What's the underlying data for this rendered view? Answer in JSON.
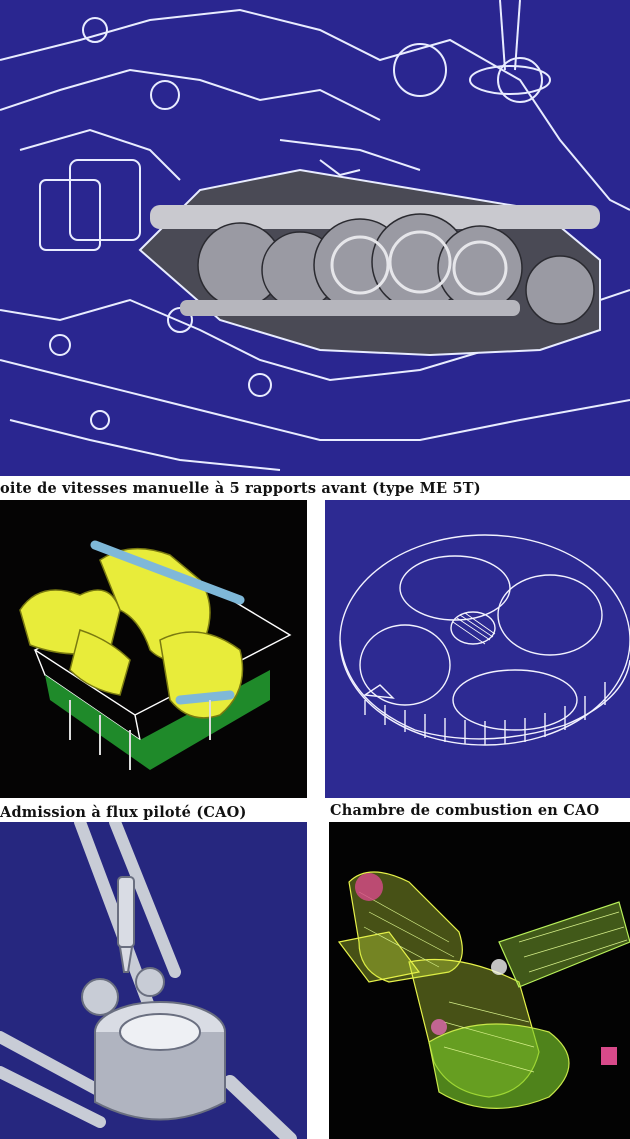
{
  "captions": {
    "gearbox": "oite de vitesses manuelle à 5 rapports avant (type ME 5T)",
    "intake": "Admission à flux piloté (CAO)",
    "chamber": "Chambre de combustion en CAO"
  }
}
